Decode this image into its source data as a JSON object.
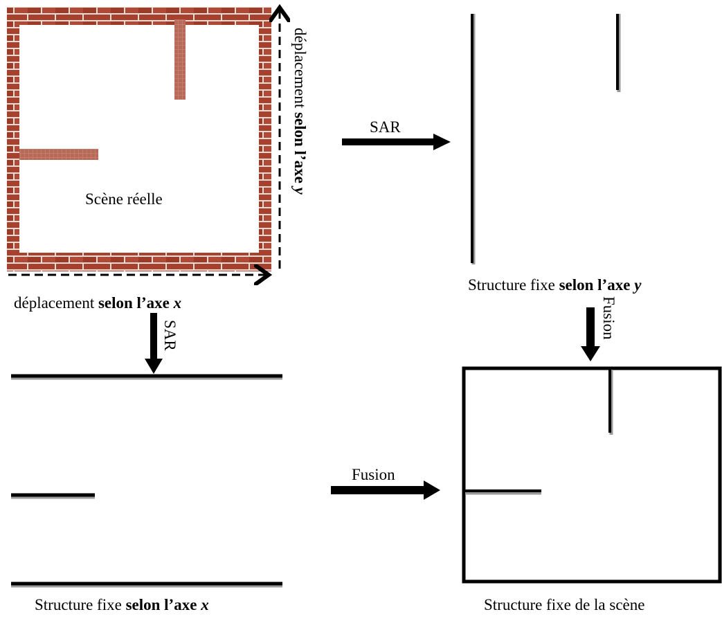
{
  "scene": {
    "label": "Scène réelle",
    "x_motion": {
      "prefix": "déplacement",
      "bold": "selon l’axe",
      "var": "x"
    },
    "y_motion": {
      "prefix": "déplacement",
      "bold": "selon l’axe",
      "var": "y"
    }
  },
  "arrows": {
    "sar_right": "SAR",
    "sar_down": "SAR",
    "fusion_right": "Fusion",
    "fusion_down": "Fusion"
  },
  "panels": {
    "y_structure": {
      "prefix": "Structure fixe",
      "bold": "selon l’axe",
      "var": "y"
    },
    "x_structure": {
      "prefix": "Structure fixe",
      "bold": "selon l’axe",
      "var": "x"
    },
    "fused": {
      "caption": "Structure fixe de la scène"
    }
  },
  "colors": {
    "brick": "#a8402e",
    "mortar": "#e6ded6",
    "line": "#000000",
    "shadow": "#9a9a9a"
  }
}
